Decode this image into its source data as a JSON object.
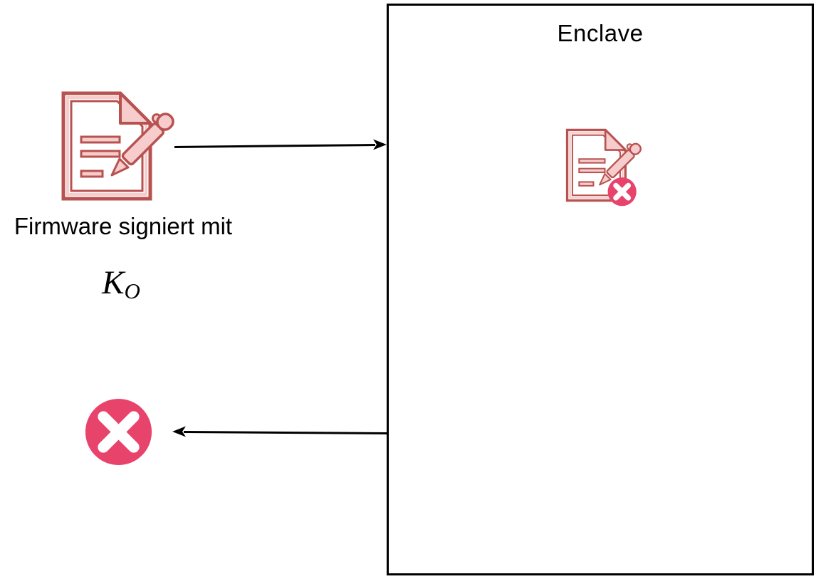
{
  "enclave": {
    "label": "Enclave"
  },
  "firmware": {
    "caption": "Firmware signiert mit",
    "key_base": "K",
    "key_subscript": "O"
  },
  "icons": {
    "signed_document": "document-with-pen",
    "rejected_document": "document-with-pen-and-error-badge",
    "error": "error-cross-circle"
  },
  "colors": {
    "document_stroke": "#b85250",
    "document_fill": "#f6cdcc",
    "error_red": "#e8436b",
    "arrow_black": "#000000",
    "enclave_border": "#000000"
  }
}
